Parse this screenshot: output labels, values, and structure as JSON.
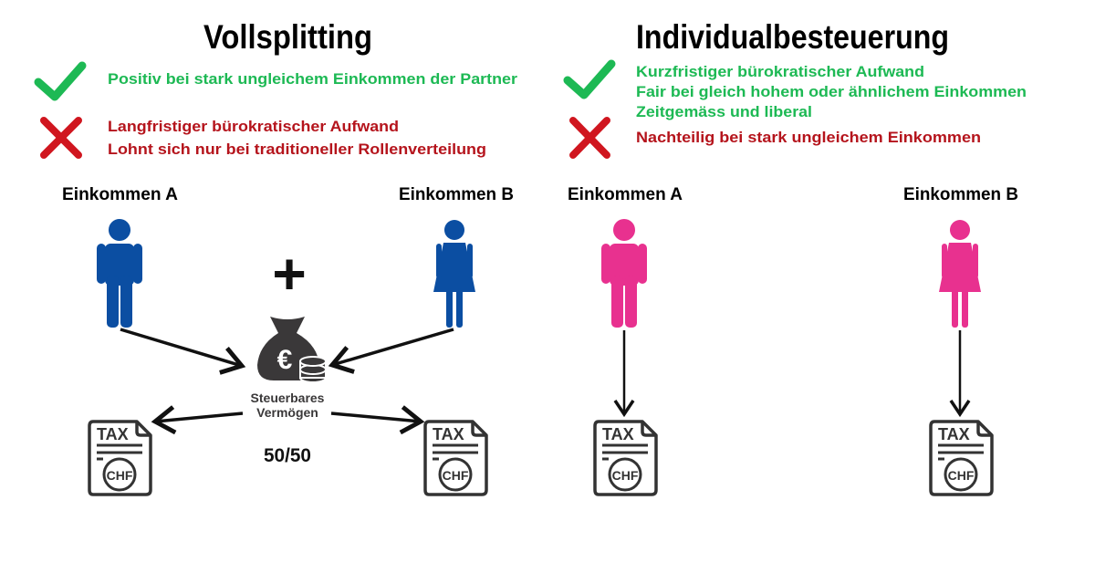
{
  "colors": {
    "blue": "#0b4ea2",
    "pink": "#e8318f",
    "green": "#1db954",
    "red": "#b5141c",
    "dark": "#3a3839"
  },
  "left": {
    "title": "Vollsplitting",
    "pros": [
      "Positiv bei stark ungleichem Einkommen der Partner"
    ],
    "cons": [
      "Langfristiger bürokratischer Aufwand",
      "Lohnt sich nur bei traditioneller Rollenverteilung"
    ],
    "income_a": "Einkommen A",
    "income_b": "Einkommen B",
    "plus": "+",
    "bag_label_1": "Steuerbares",
    "bag_label_2": "Vermögen",
    "split": "50/50",
    "tax_label": "TAX",
    "currency": "CHF"
  },
  "right": {
    "title": "Individualbesteuerung",
    "pros": [
      "Kurzfristiger bürokratischer Aufwand",
      "Fair bei gleich hohem oder ähnlichem Einkommen",
      "Zeitgemäss und liberal"
    ],
    "cons": [
      "Nachteilig bei stark ungleichem Einkommen"
    ],
    "income_a": "Einkommen A",
    "income_b": "Einkommen B",
    "tax_label": "TAX",
    "currency": "CHF"
  }
}
